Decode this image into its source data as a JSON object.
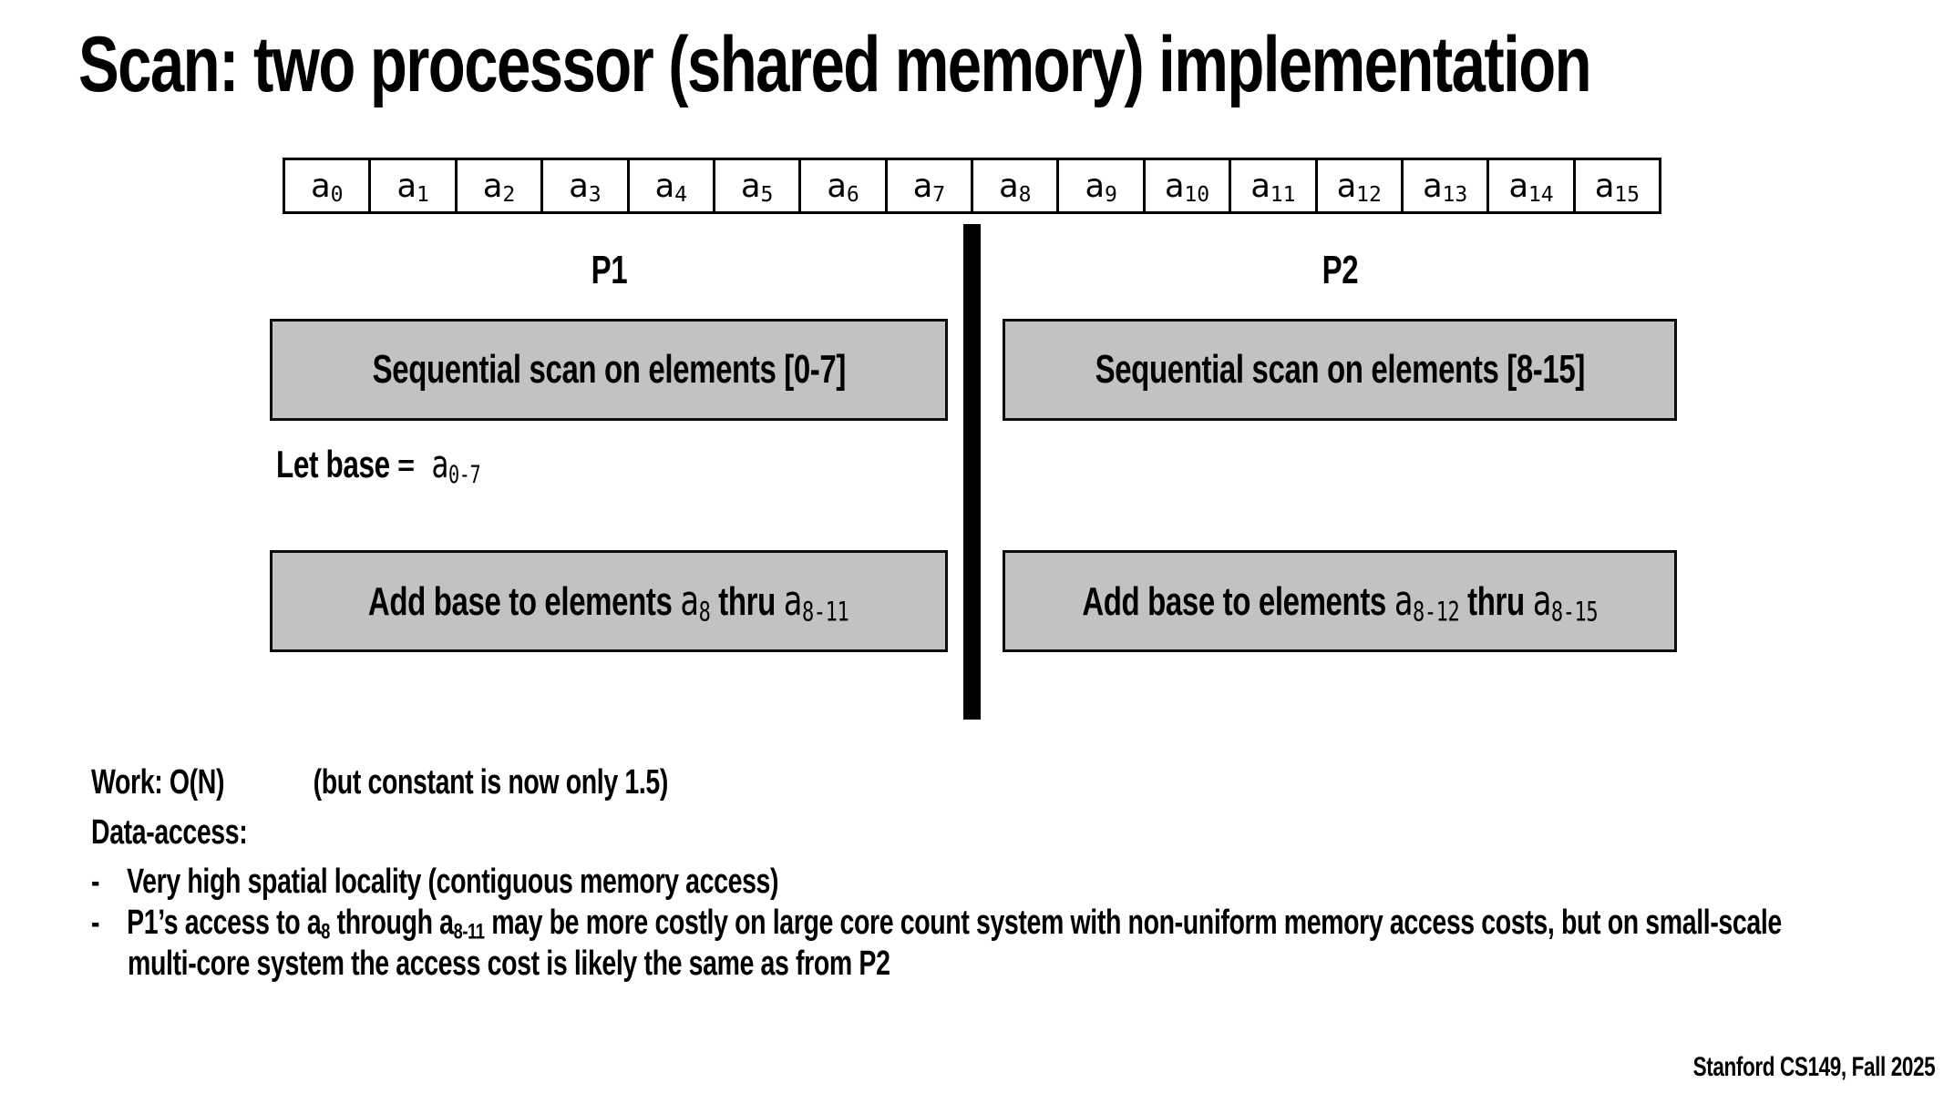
{
  "title": "Scan: two processor (shared memory) implementation",
  "array": {
    "base": "a",
    "subs": [
      "0",
      "1",
      "2",
      "3",
      "4",
      "5",
      "6",
      "7",
      "8",
      "9",
      "10",
      "11",
      "12",
      "13",
      "14",
      "15"
    ]
  },
  "columns": {
    "p1": {
      "label": "P1",
      "seq_box": "Sequential scan on elements [0-7]",
      "add_box": {
        "pre": "Add base to elements ",
        "a1": "a",
        "s1": "8",
        "mid": " thru ",
        "a2": "a",
        "s2": "8-11"
      }
    },
    "p2": {
      "label": "P2",
      "seq_box": "Sequential scan on elements [8-15]",
      "add_box": {
        "pre": "Add base to elements ",
        "a1": "a",
        "s1": "8-12",
        "mid": " thru ",
        "a2": "a",
        "s2": "8-15"
      }
    }
  },
  "let_base": {
    "bold": "Let base ",
    "eq": "= ",
    "a": "a",
    "sub": "0-7"
  },
  "notes": {
    "work_label": "Work: O(N)",
    "work_paren": "(but constant is now only 1.5)",
    "data_access": "Data-access:",
    "dash": "-",
    "bullet1": "Very high spatial locality (contiguous memory access)",
    "bullet2": {
      "seg1": "P1’s access to ",
      "a1": "a",
      "s1": "8",
      "seg2": " through ",
      "a2": "a",
      "s2": "8-11",
      "seg3": " may be more costly on large core count system with non-uniform memory access costs, but on small-scale"
    },
    "bullet2_line2": "multi-core system the access cost is likely the same as from P2"
  },
  "footer": "Stanford CS149, Fall 2025",
  "colors": {
    "box_fill": "#c2c2c2",
    "bar_color": "#000000",
    "border": "#000000"
  }
}
